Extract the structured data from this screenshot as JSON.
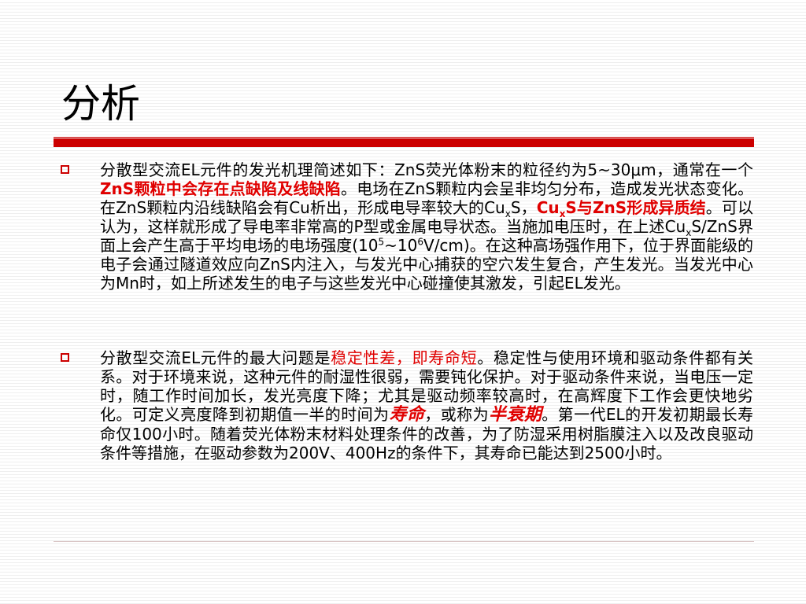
{
  "slide": {
    "title": "分析",
    "accent_color": "#cc0000",
    "highlight_color": "#e00000"
  },
  "bullets": [
    {
      "marker": "square-bullet-icon",
      "p1": "分散型交流EL元件的发光机理简述如下：ZnS荧光体粉末的粒径约为5~30μm，通常在一个",
      "h1": "ZnS颗粒中会存在点缺陷及线缺陷",
      "p2": "。电场在ZnS颗粒内会呈非均匀分布，造成发光状态变化。在ZnS颗粒内沿线缺陷会有Cu析出，形成电导率较大的Cu",
      "sub1": "x",
      "p3": "S，",
      "h2a": "Cu",
      "h2sub": "x",
      "h2b": "S与ZnS形成异质结",
      "p4": "。可以认为，这样就形成了导电率非常高的P型或金属电导状态。当施加电压时，在上述Cu",
      "sub2": "x",
      "p5": "S/ZnS界面上会产生高于平均电场的电场强度(10",
      "sup1": "5",
      "p6": "~10",
      "sup2": "6",
      "p7": "V/cm)。在这种高场强作用下，位于界面能级的电子会通过隧道效应向ZnS内注入，与发光中心捕获的空穴发生复合，产生发光。当发光中心为Mn时，如上所述发生的电子与这些发光中心碰撞使其激发，引起EL发光。"
    },
    {
      "marker": "square-bullet-icon",
      "p1": "分散型交流EL元件的最大问题是",
      "h1": "稳定性差，即寿命短",
      "p2": "。稳定性与使用环境和驱动条件都有关系。对于环境来说，这种元件的耐湿性很弱，需要钝化保护。对于驱动条件来说，当电压一定时，随工作时间加长，发光亮度下降；尤其是驱动频率较高时，在高辉度下工作会更快地劣化。可定义亮度降到初期值一半的时间为",
      "h2": "寿命",
      "p3": "，或称为",
      "h3": "半衰期",
      "p4": "。第一代EL的开发初期最长寿命仅100小时。随着荧光体粉末材料处理条件的改善，为了防湿采用树脂膜注入以及改良驱动条件等措施，在驱动参数为200V、400Hz的条件下，其寿命已能达到2500小时。"
    }
  ]
}
